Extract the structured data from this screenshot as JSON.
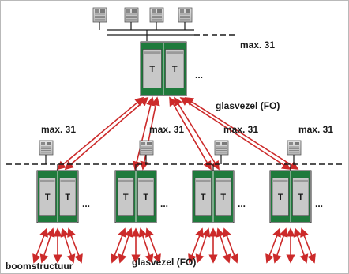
{
  "labels": {
    "top_max": "max. 31",
    "fiber_top": "glasvezel (FO)",
    "tree": "boomstructuur",
    "fiber_bottom": "glasvezel (FO)",
    "branch_max": "max. 31",
    "dots": "...",
    "module_letter": "T"
  },
  "colors": {
    "frame": "#b9b9b9",
    "module_green": "#1f7a3c",
    "module_body": "#c8c8c8",
    "fiber_arrow": "#cc2a2a",
    "bus_line": "#1a1a1a"
  },
  "top_node": {
    "devices": 4
  },
  "branches": [
    {
      "max_label": "max. 31"
    },
    {
      "max_label": "max. 31"
    },
    {
      "max_label": "max. 31"
    },
    {
      "max_label": "max. 31"
    }
  ]
}
